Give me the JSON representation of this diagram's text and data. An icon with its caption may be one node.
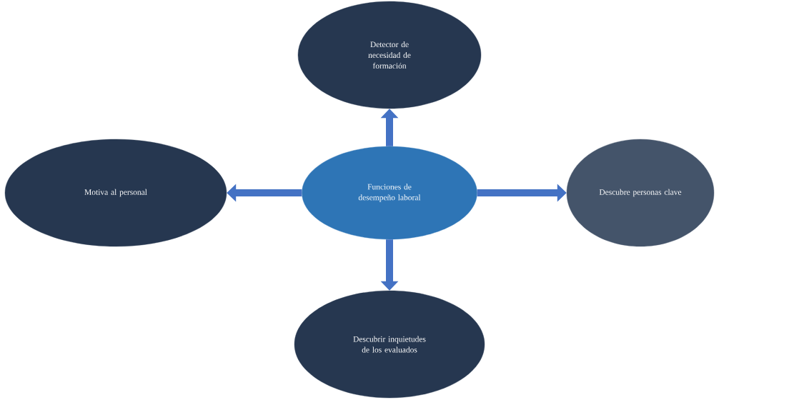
{
  "diagram": {
    "nodes": [
      {
        "text": [
          "Detector de necesidad de formación"
        ]
      },
      {
        "text": [
          "Motiva al personal"
        ]
      },
      {
        "text": [
          "Funciones de desempeño laboral"
        ]
      },
      {
        "text": [
          "Descubre personas clave"
        ]
      },
      {
        "text": [
          "Descubrir inquietudes de los evaluados"
        ]
      }
    ],
    "edges": [
      {
        "from": 2,
        "to": 0,
        "arrow": "to"
      },
      {
        "from": 2,
        "to": 1,
        "arrow": "to"
      },
      {
        "from": 2,
        "to": 3,
        "arrow": "to"
      },
      {
        "from": 2,
        "to": 4,
        "arrow": "to"
      }
    ]
  }
}
